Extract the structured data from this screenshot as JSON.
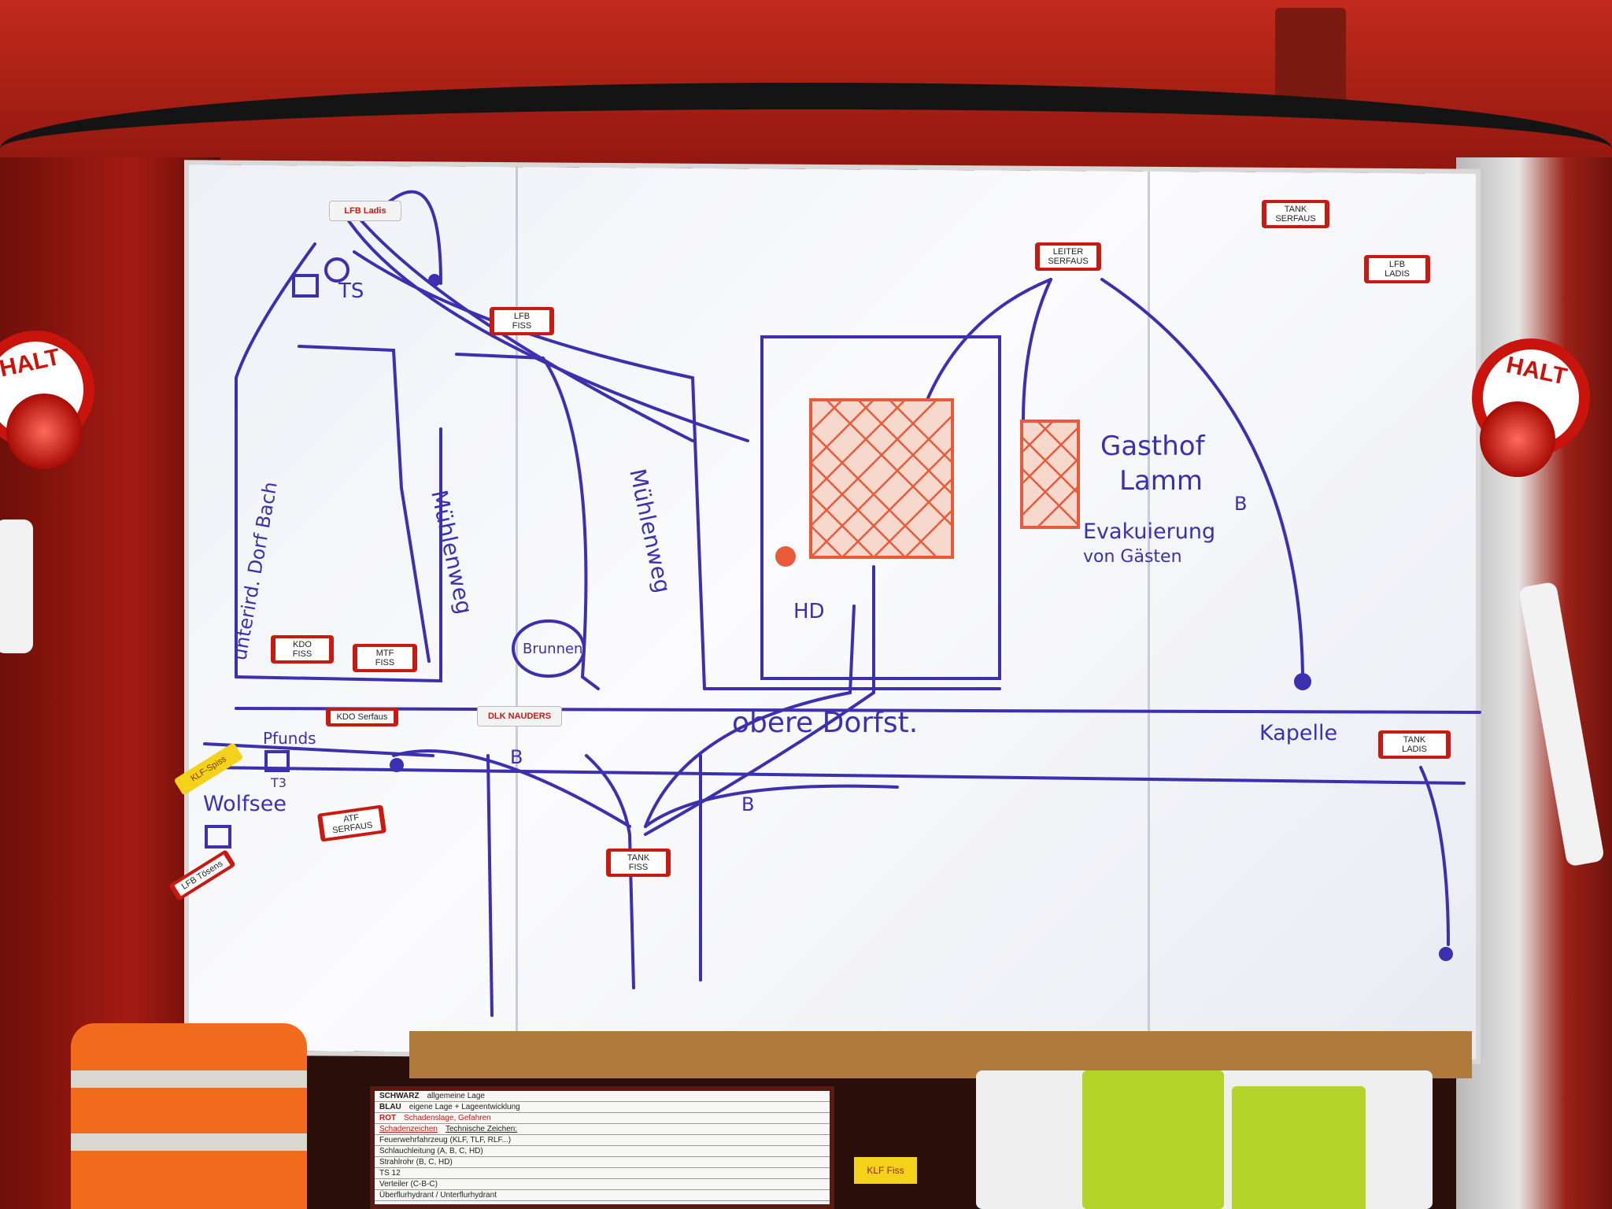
{
  "board": {
    "text_labels": {
      "ts": "TS",
      "bach": "unterird. Dorf Bach",
      "muehlenweg_left": "Mühlenweg",
      "muehlenweg_right": "Mühlenweg",
      "brunnen": "Brunnen",
      "hd": "HD",
      "obere_dorfst": "obere Dorfst.",
      "gasthof": "Gasthof",
      "lamm": "Lamm",
      "evakuierung": "Evakuierung",
      "von_gaesten": "von Gästen",
      "kapelle": "Kapelle",
      "pfunds": "Pfunds",
      "t3": "T3",
      "wolfsee": "Wolfsee",
      "b_mark_1": "B",
      "b_mark_2": "B",
      "b_mark_3": "B"
    },
    "magnets": {
      "lfb_ladis_top_left": "LFB Ladis",
      "lfb_fiss": "LFB\nFISS",
      "leiter_serfaus": "LEITER\nSERFAUS",
      "tank_serfaus": "TANK\nSERFAUS",
      "lfb_ladis": "LFB\nLADIS",
      "kdo_fiss": "KDO\nFISS",
      "mtf_fiss": "MTF\nFISS",
      "kdo_serfaus": "KDO Serfaus",
      "dlk_nauders": "DLK NAUDERS",
      "atf_serfaus": "ATF\nSERFAUS",
      "tank_fiss": "TANK\nFISS",
      "tank_ladis": "TANK\nLADIS",
      "klf_spiss": "KLF-Spiss",
      "lfb_tosens": "LFB Tösens"
    }
  },
  "signs": {
    "halt_left": "HALT",
    "halt_right": "HALT"
  },
  "clipboard": {
    "legend_colors": [
      "SCHWARZ",
      "BLAU",
      "ROT"
    ],
    "legend_meanings": [
      "allgemeine Lage",
      "eigene Lage + Lageentwicklung",
      "Schadenslage, Gefahren"
    ],
    "title_left": "Schadenzeichen",
    "title_right": "Technische Zeichen:",
    "rows": [
      "Feuerwehrfahrzeug (KLF, TLF, RLF...)",
      "Schlauchleitung (A, B, C, HD)",
      "Strahlrohr (B, C, HD)",
      "TS 12",
      "Verteiler (C-B-C)",
      "Überflurhydrant / Unterflurhydrant"
    ]
  },
  "shelf_note": "KLF Fiss",
  "colors": {
    "marker_blue": "#3c2fb0",
    "marker_red": "#e85a3a",
    "magnet_red": "#c81a10",
    "truck_red": "#c22a1c"
  }
}
